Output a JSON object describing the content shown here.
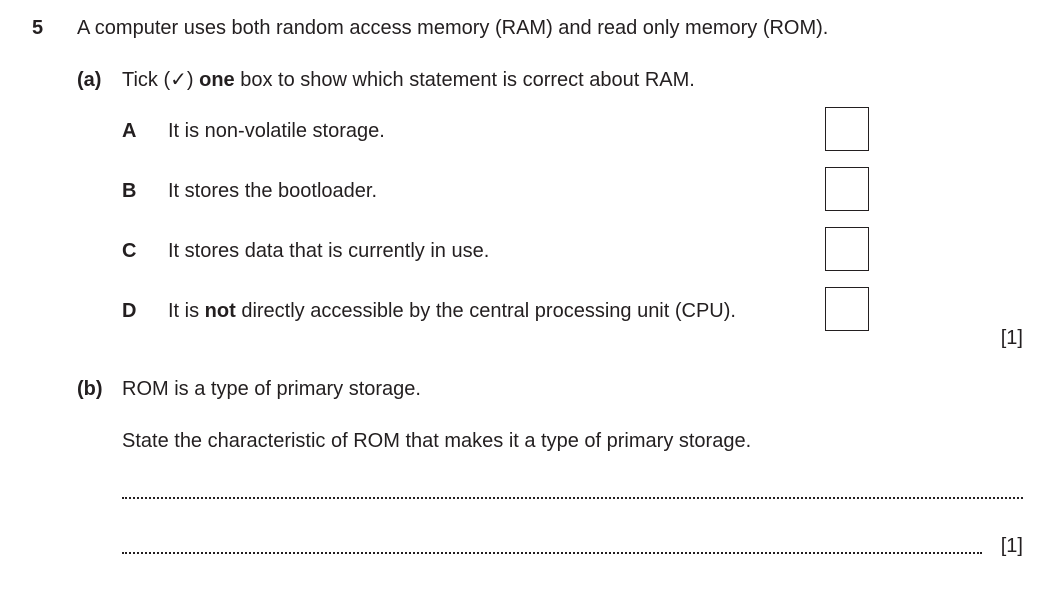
{
  "question": {
    "number": "5",
    "stem": "A computer uses both random access memory (RAM) and read only memory (ROM)."
  },
  "part_a": {
    "label": "(a)",
    "instruction_pre": "Tick (✓) ",
    "instruction_bold": "one",
    "instruction_post": " box to show which statement is correct about RAM.",
    "options": [
      {
        "letter": "A",
        "text": "It is non-volatile storage."
      },
      {
        "letter": "B",
        "text": "It stores the bootloader."
      },
      {
        "letter": "C",
        "text": "It stores data that is currently in use."
      },
      {
        "letter": "D",
        "text_pre": "It is ",
        "text_bold": "not",
        "text_post": " directly accessible by the central processing unit (CPU)."
      }
    ],
    "marks": "[1]"
  },
  "part_b": {
    "label": "(b)",
    "statement": "ROM is a type of primary storage.",
    "prompt": "State the characteristic of ROM that makes it a type of primary storage.",
    "marks": "[1]"
  }
}
